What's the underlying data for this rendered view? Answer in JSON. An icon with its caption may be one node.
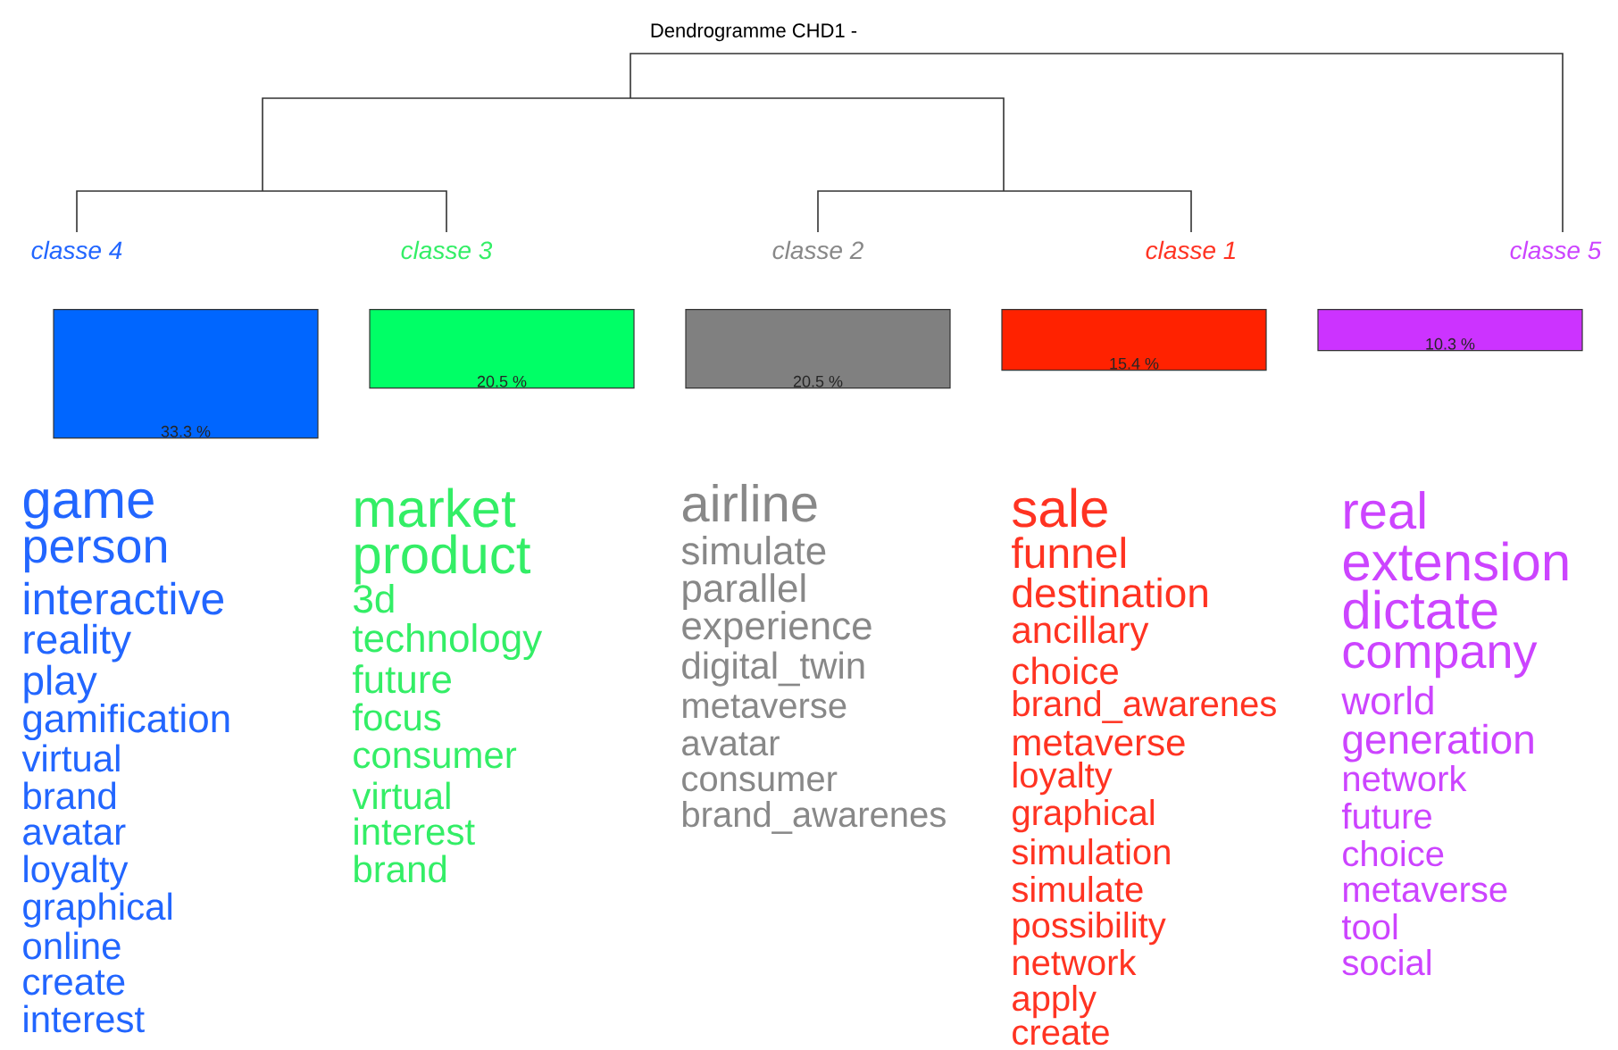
{
  "diagram": {
    "title": "Dendrogramme CHD1 -",
    "nodes": [
      {
        "text": [
          "classe 4"
        ]
      },
      {
        "text": [
          "classe 3"
        ]
      },
      {
        "text": [
          "classe 2"
        ]
      },
      {
        "text": [
          "classe 1"
        ]
      },
      {
        "text": [
          "classe 5"
        ]
      },
      {
        "text": [
          "33.3 %"
        ],
        "beside": [
          "game",
          "person",
          "interactive",
          "reality",
          "play",
          "gamification",
          "virtual",
          "brand",
          "avatar",
          "loyalty",
          "graphical",
          "online",
          "create",
          "interest"
        ]
      },
      {
        "text": [
          "20.5 %"
        ],
        "beside": [
          "market",
          "product",
          "3d",
          "technology",
          "future",
          "focus",
          "consumer",
          "virtual",
          "interest",
          "brand"
        ]
      },
      {
        "text": [
          "20.5 %"
        ],
        "beside": [
          "airline",
          "simulate",
          "parallel",
          "experience",
          "digital_twin",
          "metaverse",
          "avatar",
          "consumer",
          "brand_awarenes"
        ]
      },
      {
        "text": [
          "15.4 %"
        ],
        "beside": [
          "sale",
          "funnel",
          "destination",
          "ancillary",
          "choice",
          "brand_awarenes",
          "metaverse",
          "loyalty",
          "graphical",
          "simulation",
          "simulate",
          "possibility",
          "network",
          "apply",
          "create"
        ]
      },
      {
        "text": [
          "10.3 %"
        ],
        "beside": [
          "real",
          "extension",
          "dictate",
          "company",
          "world",
          "generation",
          "network",
          "future",
          "choice",
          "metaverse",
          "tool",
          "social"
        ]
      }
    ]
  }
}
